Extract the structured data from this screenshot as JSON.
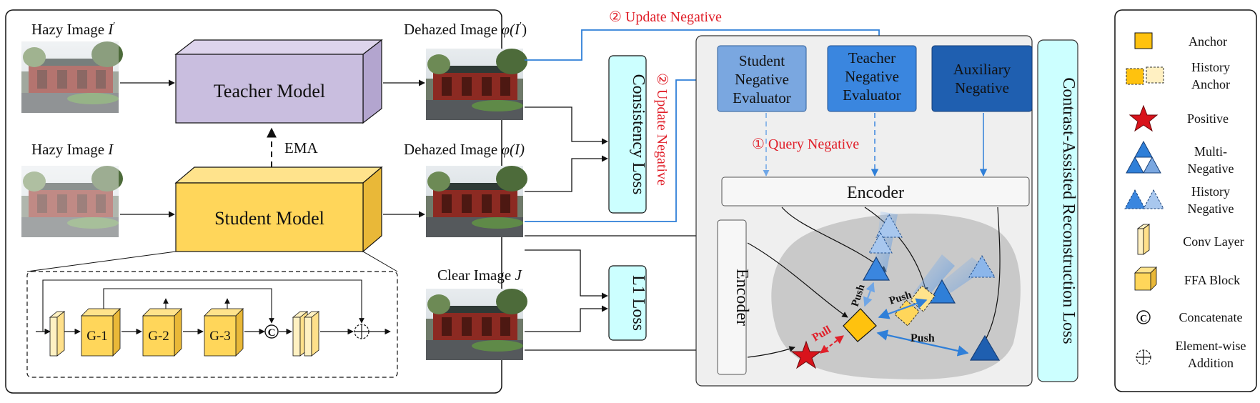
{
  "left_panel": {
    "hazy_prime": {
      "text": "Hazy Image ",
      "symbol": "I",
      "prime": "′"
    },
    "hazy": {
      "text": "Hazy Image ",
      "symbol": "I"
    },
    "dehazed_prime": {
      "text": "Dehazed Image ",
      "symbol": "φ(I",
      "prime": "′",
      "close": ")"
    },
    "dehazed": {
      "text": "Dehazed Image ",
      "symbol": "φ(I)"
    },
    "clear": {
      "text": "Clear Image ",
      "symbol": "J"
    },
    "teacher_model": "Teacher Model",
    "student_model": "Student Model",
    "ema": "EMA",
    "consistency_loss": "Consistency Loss",
    "l1_loss": "L1 Loss",
    "groups": [
      "G-1",
      "G-2",
      "G-3"
    ],
    "concat_symbol": "C"
  },
  "arrows_text": {
    "update_negative_top": "② Update Negative",
    "update_negative_side": "② Update Negative",
    "query_negative": "① Query Negative"
  },
  "right_panel": {
    "student_evaluator": [
      "Student",
      "Negative",
      "Evaluator"
    ],
    "teacher_evaluator": [
      "Teacher",
      "Negative",
      "Evaluator"
    ],
    "auxiliary": [
      "Auxiliary",
      "Negative"
    ],
    "encoder_top": "Encoder",
    "encoder_left": "Encoder",
    "vertical_title": "Contrast-Assisted Reconstruction Loss",
    "push_1": "Push",
    "push_2": "Push",
    "push_3": "Push",
    "pull": "Pull"
  },
  "legend": {
    "items": [
      {
        "lines": [
          "Anchor"
        ],
        "icon": "anchor-square-icon"
      },
      {
        "lines": [
          "History",
          "Anchor"
        ],
        "icon": "history-anchor-icon"
      },
      {
        "lines": [
          "Positive"
        ],
        "icon": "star-icon"
      },
      {
        "lines": [
          "Multi-",
          "Negative"
        ],
        "icon": "triangle-cluster-icon"
      },
      {
        "lines": [
          "History",
          "Negative"
        ],
        "icon": "dashed-triangles-icon"
      },
      {
        "lines": [
          "Conv Layer"
        ],
        "icon": "conv-layer-icon"
      },
      {
        "lines": [
          "FFA Block"
        ],
        "icon": "ffa-block-icon"
      },
      {
        "lines": [
          "Concatenate"
        ],
        "icon": "concat-icon"
      },
      {
        "lines": [
          "Element-wise",
          "Addition"
        ],
        "icon": "oplus-icon"
      }
    ]
  },
  "colors": {
    "teacher_fill": "#c9bedf",
    "student_fill": "#ffd65a",
    "loss_fill": "#ccffff",
    "evaluator_light": "#7aa7e0",
    "evaluator_mid": "#3a86df",
    "evaluator_dark": "#1f5fb0",
    "accent_red": "#e0202a",
    "arrow_blue": "#2f7fd8"
  }
}
